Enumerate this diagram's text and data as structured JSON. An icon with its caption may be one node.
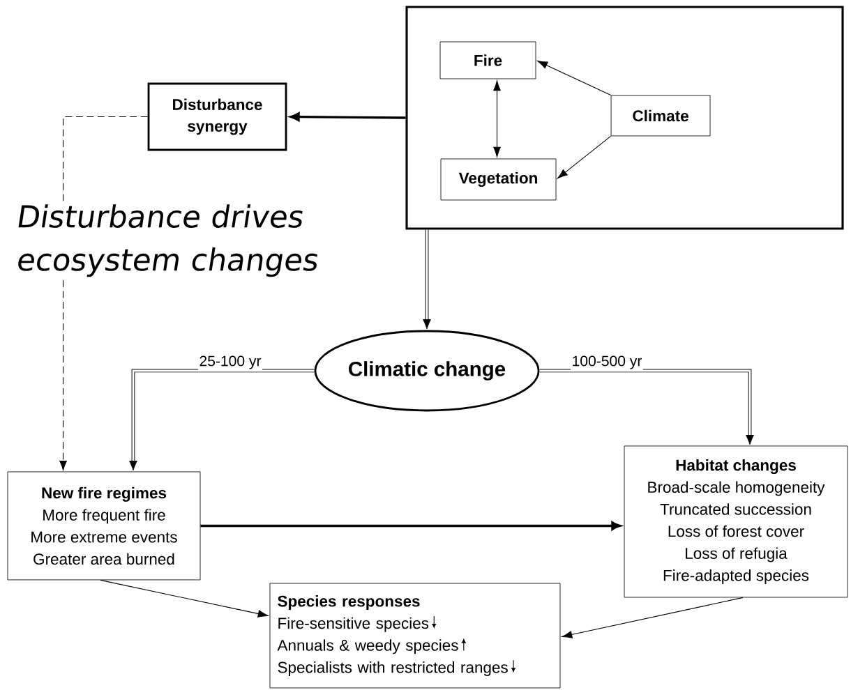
{
  "diagram": {
    "nodes": [
      {
        "text": [],
        "shape": "box"
      },
      {
        "text": [
          "Fire"
        ],
        "in": 0
      },
      {
        "text": [
          "Climate"
        ],
        "in": 0
      },
      {
        "text": [
          "Vegetation"
        ],
        "in": 0
      },
      {
        "text": [
          "Disturbance synergy"
        ]
      },
      {
        "text": [
          "Climatic change"
        ]
      },
      {
        "text": [
          "New fire regimes",
          "More frequent fire",
          "More extreme events",
          "Greater area burned"
        ]
      },
      {
        "text": [
          "Habitat changes",
          "Broad-scale homogeneity",
          "Truncated succession",
          "Loss of forest cover",
          "Loss of refugia",
          "Fire-adapted species"
        ]
      },
      {
        "text": [
          "Species responses",
          "Fire-sensitive species",
          "Annuals & weedy species",
          "Specialists with restricted ranges"
        ]
      }
    ],
    "edges": [
      {
        "from": 2,
        "to": 1,
        "arrow": "to"
      },
      {
        "from": 2,
        "to": 3,
        "arrow": "to"
      },
      {
        "from": 1,
        "to": 3,
        "arrow": "both"
      },
      {
        "from": 0,
        "to": 4,
        "arrow": "to",
        "style": "thick"
      },
      {
        "from": 0,
        "to": 5,
        "arrow": "to",
        "style": "thick"
      },
      {
        "from": 5,
        "to": 6,
        "arrow": "to",
        "style": "thick",
        "label": "25-100 yr"
      },
      {
        "from": 5,
        "to": 7,
        "arrow": "to",
        "style": "thick",
        "label": "100-500 yr"
      },
      {
        "from": 4,
        "to": 6,
        "arrow": "to",
        "style": "dashed"
      },
      {
        "from": 6,
        "to": 7,
        "arrow": "to",
        "style": "thick"
      },
      {
        "from": 6,
        "to": 8,
        "arrow": "to"
      },
      {
        "from": 7,
        "to": 8,
        "arrow": "to"
      }
    ],
    "labels": [
      "Disturbance drives ecosystem changes"
    ]
  }
}
